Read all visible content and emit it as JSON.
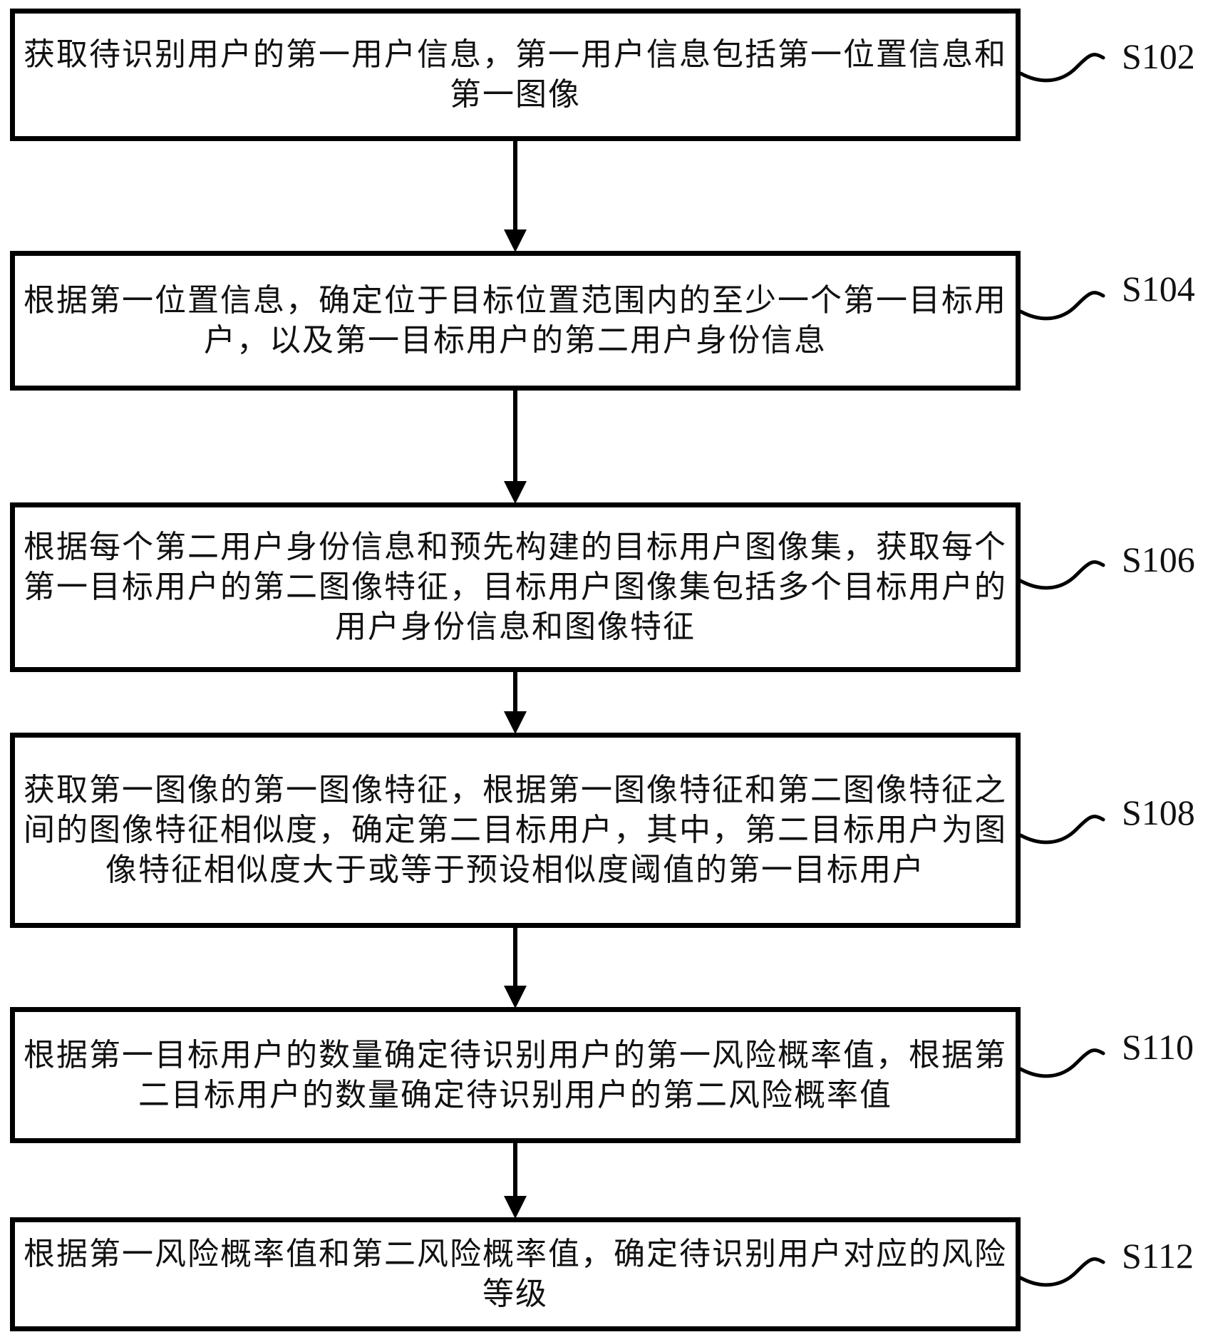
{
  "diagram": {
    "type": "flowchart",
    "direction": "top-to-bottom",
    "line_color": "#000000",
    "background_color": "#ffffff",
    "steps": [
      {
        "id": "S102",
        "label": "S102",
        "text": "获取待识别用户的第一用户信息，第一用户信息包括第一位置信息和第一图像"
      },
      {
        "id": "S104",
        "label": "S104",
        "text": "根据第一位置信息，确定位于目标位置范围内的至少一个第一目标用户，以及第一目标用户的第二用户身份信息"
      },
      {
        "id": "S106",
        "label": "S106",
        "text": "根据每个第二用户身份信息和预先构建的目标用户图像集，获取每个第一目标用户的第二图像特征，目标用户图像集包括多个目标用户的用户身份信息和图像特征"
      },
      {
        "id": "S108",
        "label": "S108",
        "text": "获取第一图像的第一图像特征，根据第一图像特征和第二图像特征之间的图像特征相似度，确定第二目标用户，其中，第二目标用户为图像特征相似度大于或等于预设相似度阈值的第一目标用户"
      },
      {
        "id": "S110",
        "label": "S110",
        "text": "根据第一目标用户的数量确定待识别用户的第一风险概率值，根据第二目标用户的数量确定待识别用户的第二风险概率值"
      },
      {
        "id": "S112",
        "label": "S112",
        "text": "根据第一风险概率值和第二风险概率值，确定待识别用户对应的风险等级"
      }
    ],
    "edges": [
      {
        "from": "S102",
        "to": "S104"
      },
      {
        "from": "S104",
        "to": "S106"
      },
      {
        "from": "S106",
        "to": "S108"
      },
      {
        "from": "S108",
        "to": "S110"
      },
      {
        "from": "S110",
        "to": "S112"
      }
    ]
  }
}
